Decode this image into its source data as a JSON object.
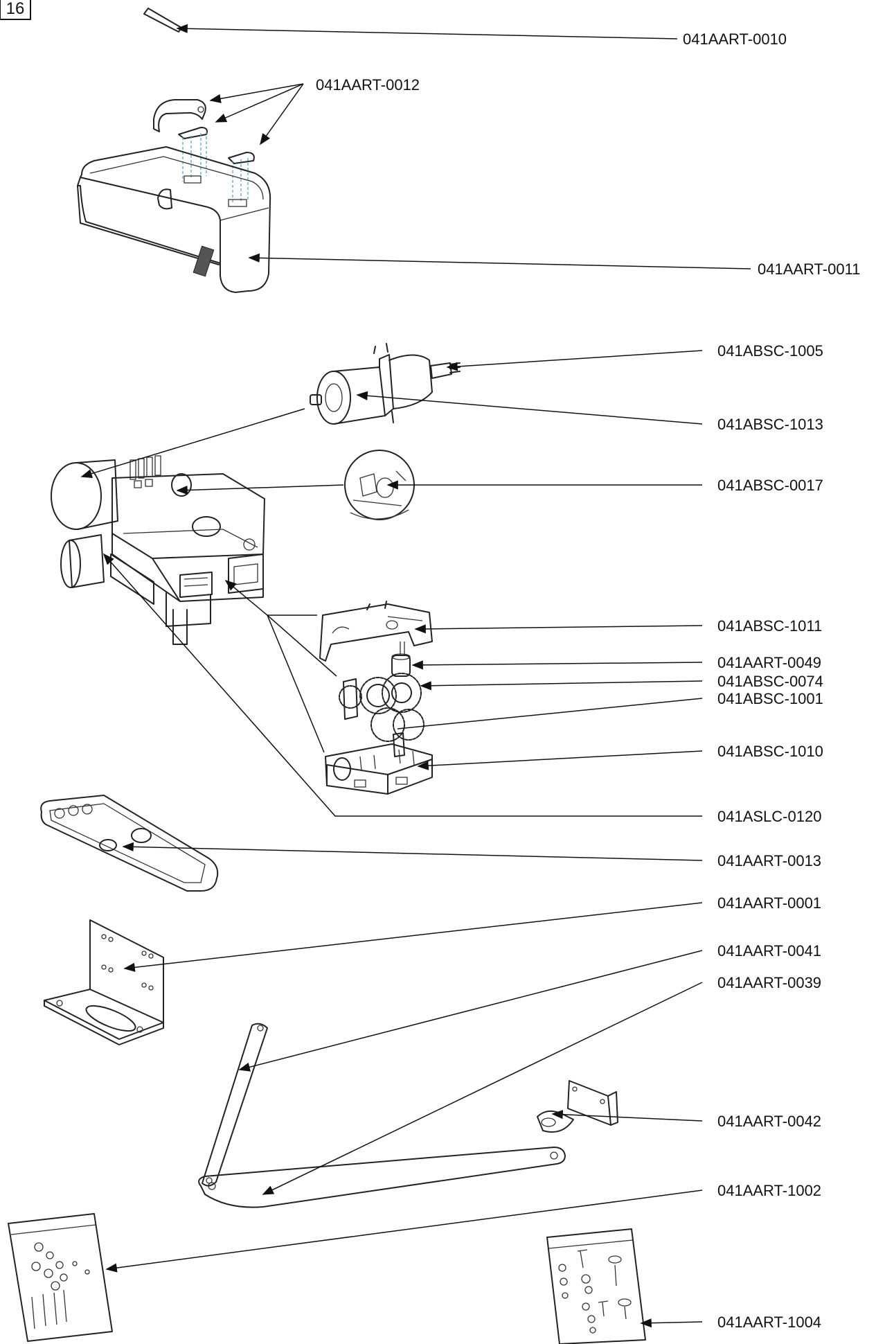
{
  "page_badge": "16",
  "callouts": [
    {
      "id": "041AART-0010",
      "label": "041AART-0010"
    },
    {
      "id": "041AART-0012",
      "label": "041AART-0012"
    },
    {
      "id": "041AART-0011",
      "label": "041AART-0011"
    },
    {
      "id": "041ABSC-1005",
      "label": "041ABSC-1005"
    },
    {
      "id": "041ABSC-1013",
      "label": "041ABSC-1013"
    },
    {
      "id": "041ABSC-0017",
      "label": "041ABSC-0017"
    },
    {
      "id": "041ABSC-1011",
      "label": "041ABSC-1011"
    },
    {
      "id": "041AART-0049",
      "label": "041AART-0049"
    },
    {
      "id": "041ABSC-0074",
      "label": "041ABSC-0074"
    },
    {
      "id": "041ABSC-1001",
      "label": "041ABSC-1001"
    },
    {
      "id": "041ABSC-1010",
      "label": "041ABSC-1010"
    },
    {
      "id": "041ASLC-0120",
      "label": "041ASLC-0120"
    },
    {
      "id": "041AART-0013",
      "label": "041AART-0013"
    },
    {
      "id": "041AART-0001",
      "label": "041AART-0001"
    },
    {
      "id": "041AART-0041",
      "label": "041AART-0041"
    },
    {
      "id": "041AART-0039",
      "label": "041AART-0039"
    },
    {
      "id": "041AART-0042",
      "label": "041AART-0042"
    },
    {
      "id": "041AART-1002",
      "label": "041AART-1002"
    },
    {
      "id": "041AART-1004",
      "label": "041AART-1004"
    }
  ],
  "colors": {
    "ink": "#222222",
    "leader": "#111111",
    "guide": "#4a9fc8",
    "background": "#ffffff"
  }
}
